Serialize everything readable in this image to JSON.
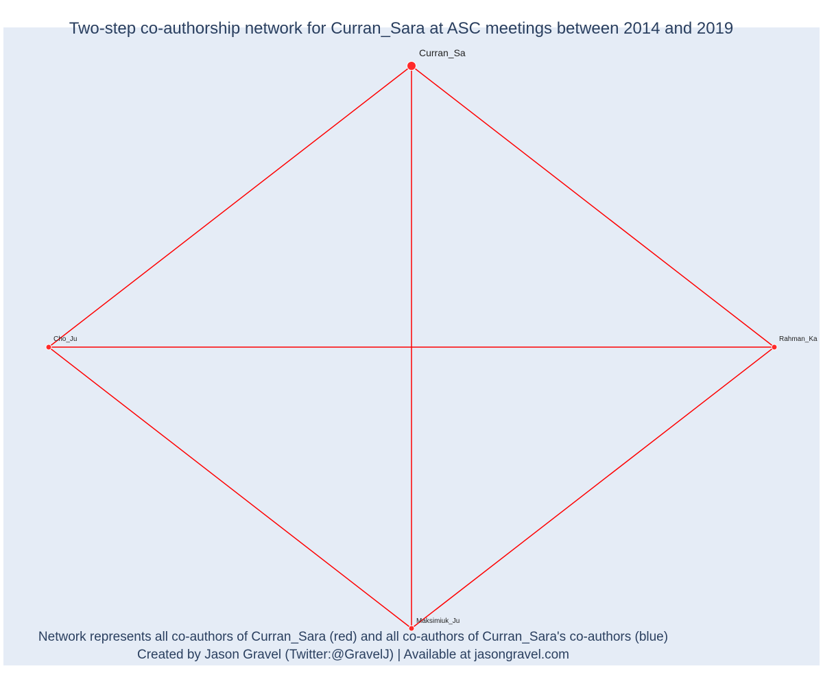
{
  "title": "Two-step co-authorship network for Curran_Sara at ASC meetings between 2014 and 2019",
  "footnote": {
    "line1": "Network represents all co-authors of Curran_Sara (red) and all co-authors of Curran_Sara's co-authors (blue)",
    "line2": "Created by Jason Gravel (Twitter:@GravelJ) | Available at jasongravel.com"
  },
  "colors": {
    "background": "#e5ecf6",
    "edge": "#ff0000",
    "node": "#ff2a2a",
    "text": "#2a3f5f",
    "label": "#222222"
  },
  "network": {
    "nodes": [
      {
        "id": "curran",
        "label": "Curran_Sa",
        "primary": true
      },
      {
        "id": "cho",
        "label": "Cho_Ju",
        "primary": false
      },
      {
        "id": "rahman",
        "label": "Rahman_Ka",
        "primary": false
      },
      {
        "id": "maksimiuk",
        "label": "Maksimiuk_Ju",
        "primary": false
      }
    ],
    "edges": [
      [
        "curran",
        "cho"
      ],
      [
        "curran",
        "rahman"
      ],
      [
        "curran",
        "maksimiuk"
      ],
      [
        "cho",
        "rahman"
      ],
      [
        "cho",
        "maksimiuk"
      ],
      [
        "rahman",
        "maksimiuk"
      ]
    ]
  }
}
